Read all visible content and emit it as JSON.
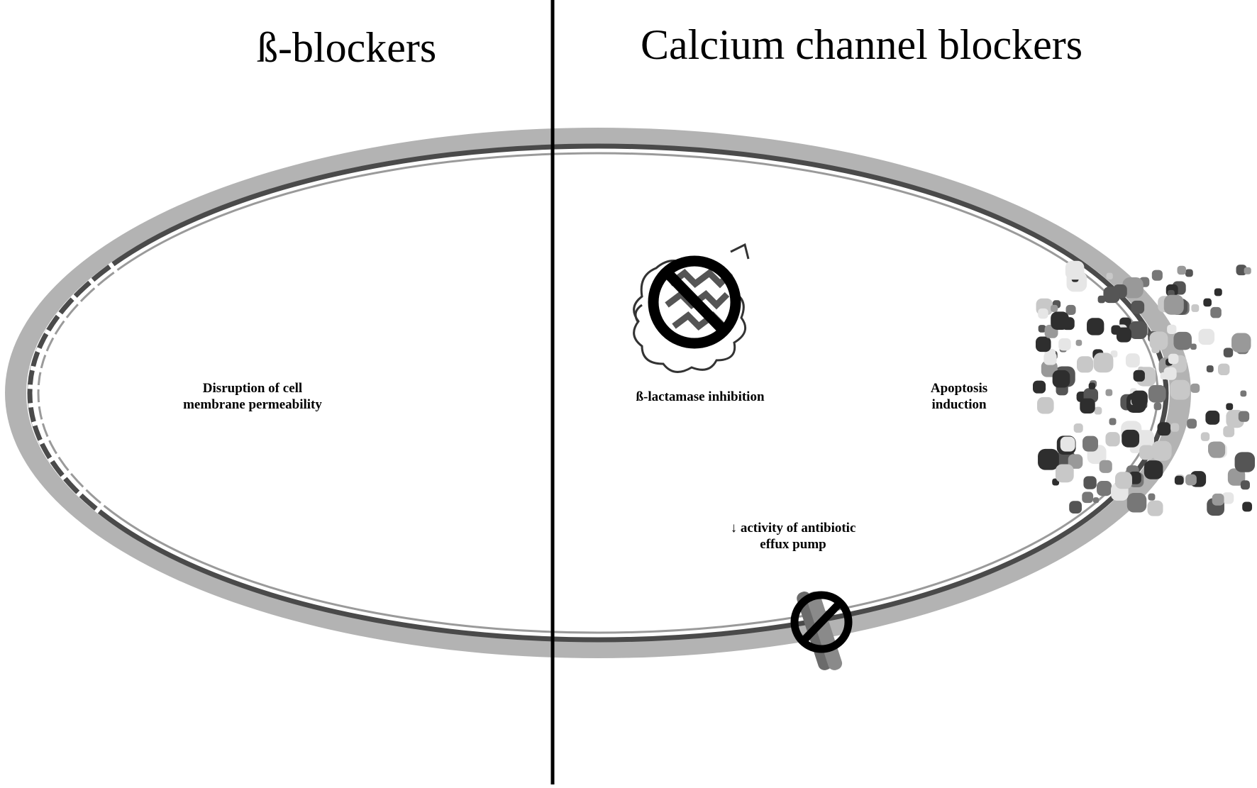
{
  "headings": {
    "left": "ß-blockers",
    "right": "Calcium channel blockers"
  },
  "labels": {
    "membrane": [
      "Disruption of cell",
      "membrane permeability"
    ],
    "lactamase": "ß-lactamase inhibition",
    "apoptosis": [
      "Apoptosis",
      "induction"
    ],
    "efflux": [
      "↓ activity of antibiotic",
      "effux pump"
    ]
  },
  "colors": {
    "outer_wall": "#b3b3b3",
    "inner_membrane": "#4a4a4a",
    "membrane_line": "#9a9a9a",
    "divider": "#000000",
    "inhibition_symbol": "#000000"
  },
  "icons": {
    "enzyme": "beta-lactamase-protein-icon",
    "pump": "efflux-pump-icon",
    "no_symbol": "prohibition-icon",
    "fragments": "apoptotic-fragments-icon"
  }
}
